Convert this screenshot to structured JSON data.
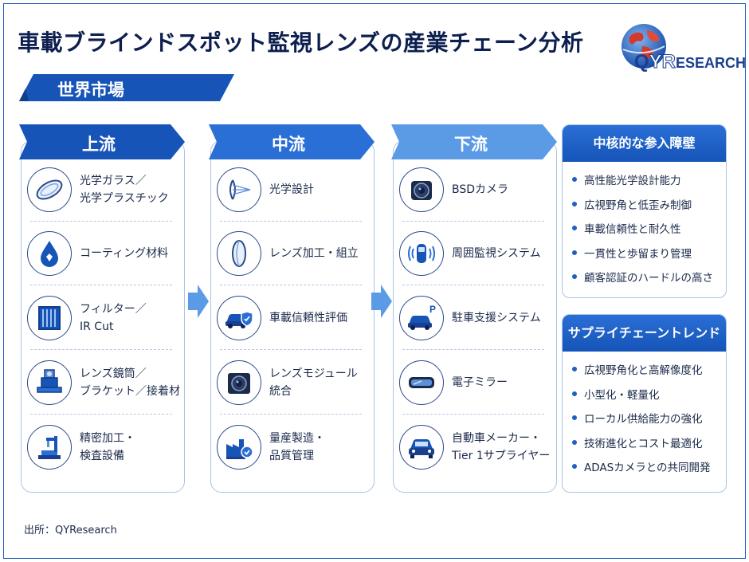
{
  "title": "車載ブラインドスポット監視レンズの産業チェーン分析",
  "logo": {
    "q": "Q",
    "yr": "YR",
    "rest": "ESEARCH"
  },
  "market_label": "世界市場",
  "colors": {
    "primary": "#1654b8",
    "upstream": "#1654b8",
    "midstream": "#2a6fd6",
    "downstream": "#5b9be6",
    "border": "#a9c3e6"
  },
  "columns": [
    {
      "label": "上流",
      "items": [
        {
          "icon": "optical-glass-icon",
          "lines": [
            "光学ガラス／",
            "光学プラスチック"
          ]
        },
        {
          "icon": "coating-drop-icon",
          "lines": [
            "コーティング材料"
          ]
        },
        {
          "icon": "filter-icon",
          "lines": [
            "フィルター／",
            "IR Cut"
          ]
        },
        {
          "icon": "lens-barrel-icon",
          "lines": [
            "レンズ鏡筒／",
            "ブラケット／接着材"
          ]
        },
        {
          "icon": "precision-machine-icon",
          "lines": [
            "精密加工・",
            "検査設備"
          ]
        }
      ]
    },
    {
      "label": "中流",
      "items": [
        {
          "icon": "optical-design-icon",
          "lines": [
            "光学設計"
          ]
        },
        {
          "icon": "lens-processing-icon",
          "lines": [
            "レンズ加工・組立"
          ]
        },
        {
          "icon": "car-shield-icon",
          "lines": [
            "車載信頼性評価"
          ]
        },
        {
          "icon": "lens-module-icon",
          "lines": [
            "レンズモジュール",
            "統合"
          ]
        },
        {
          "icon": "factory-quality-icon",
          "lines": [
            "量産製造・",
            "品質管理"
          ]
        }
      ]
    },
    {
      "label": "下流",
      "items": [
        {
          "icon": "bsd-camera-icon",
          "lines": [
            "BSDカメラ"
          ]
        },
        {
          "icon": "surround-monitor-icon",
          "lines": [
            "周囲監視システム"
          ]
        },
        {
          "icon": "parking-assist-icon",
          "lines": [
            "駐車支援システム"
          ]
        },
        {
          "icon": "electronic-mirror-icon",
          "lines": [
            "電子ミラー"
          ]
        },
        {
          "icon": "automaker-car-icon",
          "lines": [
            "自動車メーカー・",
            "Tier 1サプライヤー"
          ]
        }
      ]
    }
  ],
  "barriers": {
    "title": "中核的な参入障壁",
    "items": [
      "高性能光学設計能力",
      "広視野角と低歪み制御",
      "車載信頼性と耐久性",
      "一貫性と歩留まり管理",
      "顧客認証のハードルの高さ"
    ]
  },
  "trends": {
    "title": "サプライチェーントレンド",
    "items": [
      "広視野角化と高解像度化",
      "小型化・軽量化",
      "ローカル供給能力の強化",
      "技術進化とコスト最適化",
      "ADASカメラとの共同開発"
    ]
  },
  "source": "出所：QYResearch"
}
